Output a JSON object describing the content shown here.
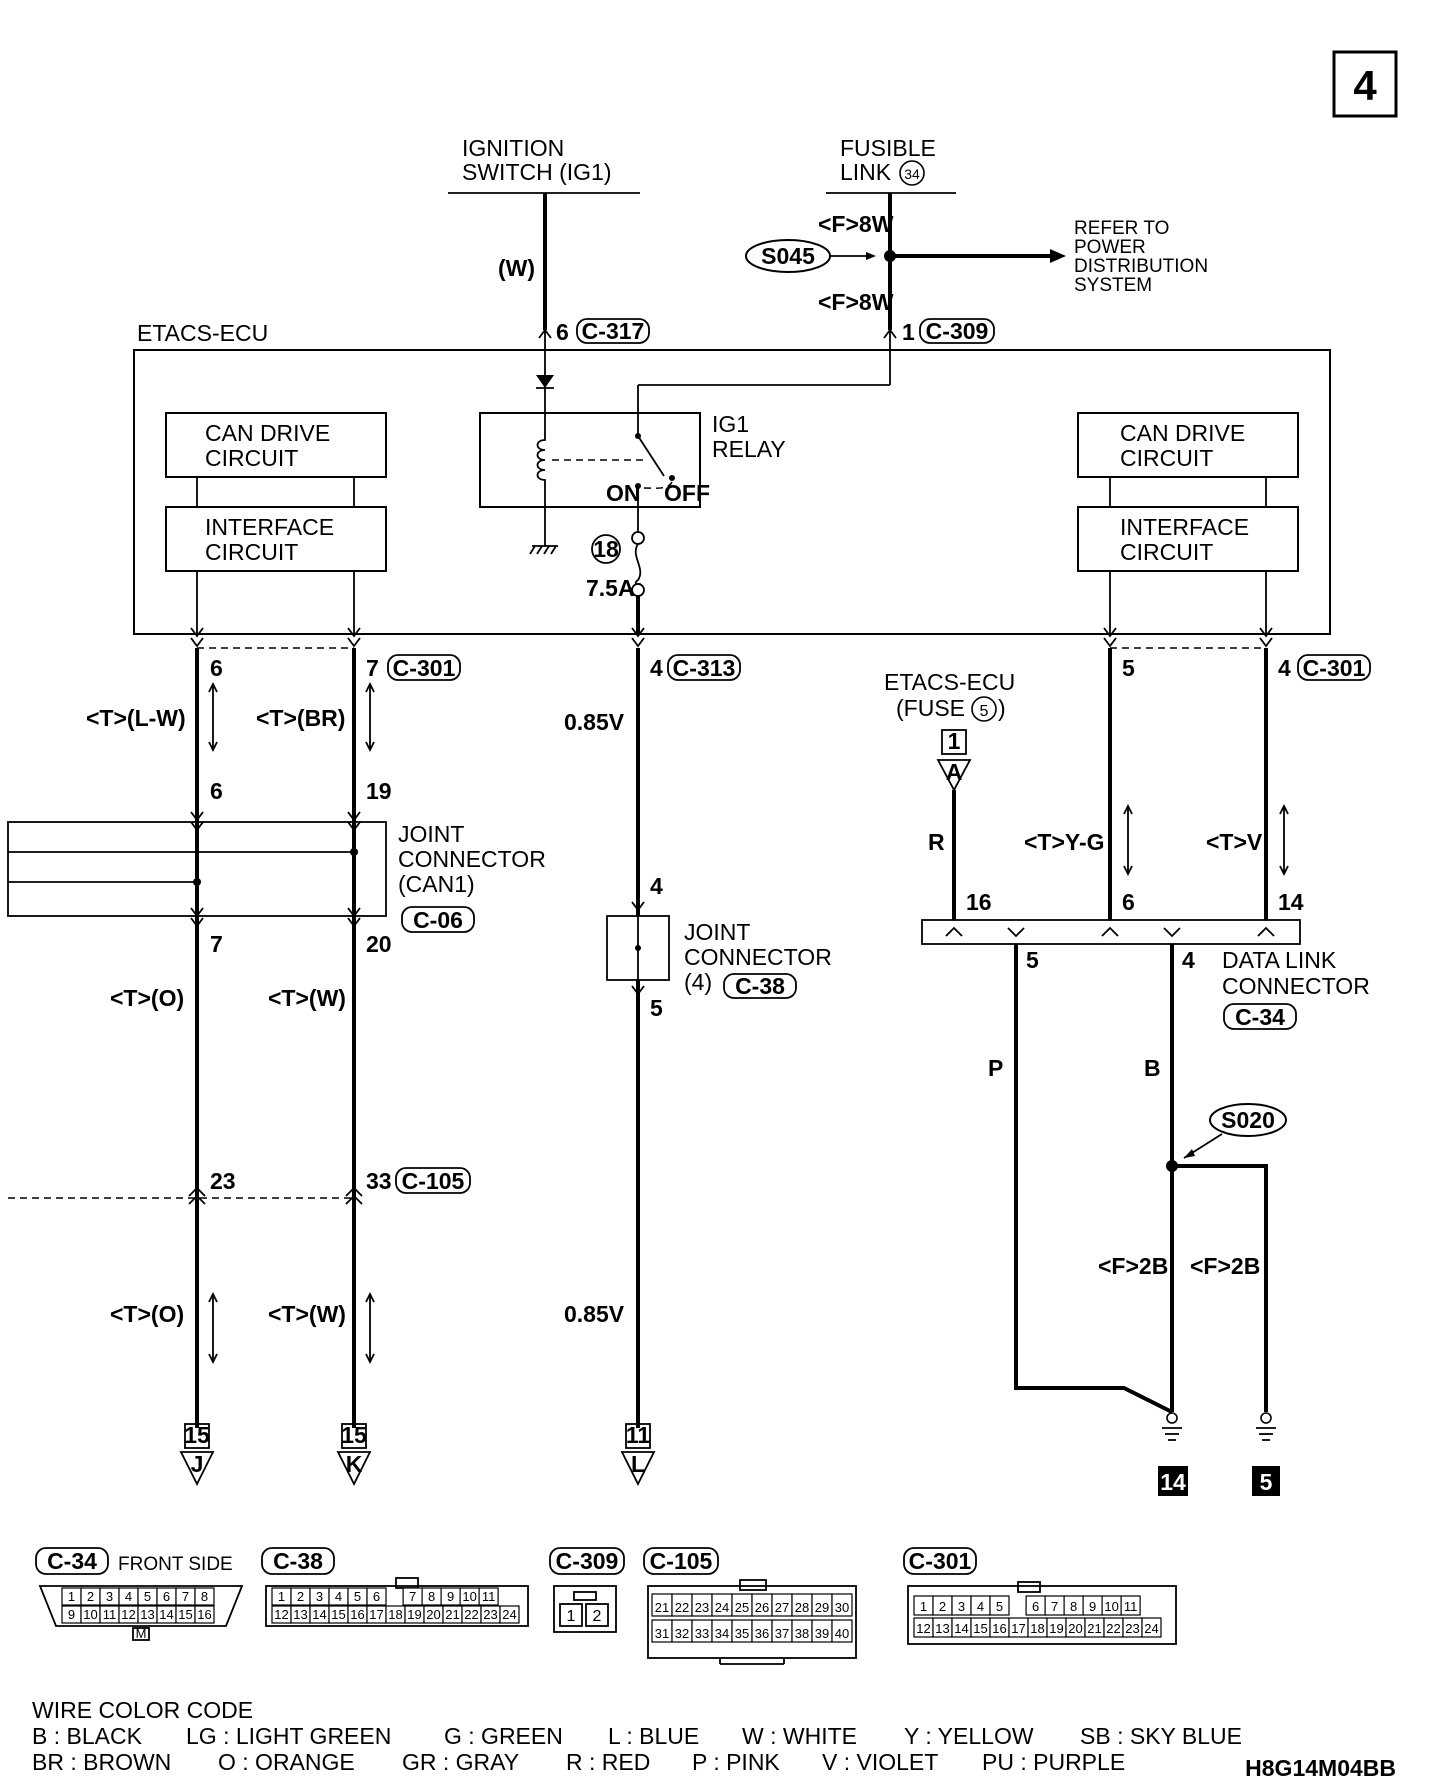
{
  "page_number": "4",
  "diagram_code": "H8G14M04BB",
  "sources": {
    "ignition": [
      "IGNITION",
      "SWITCH (IG1)"
    ],
    "fusible": [
      "FUSIBLE",
      "LINK"
    ],
    "fusible_num": "34"
  },
  "splice_s045": "S045",
  "splice_s020": "S020",
  "refer_to": [
    "REFER TO",
    "POWER",
    "DISTRIBUTION",
    "SYSTEM"
  ],
  "etacs_title": "ETACS-ECU",
  "blocks": {
    "can_drive": [
      "CAN DRIVE",
      "CIRCUIT"
    ],
    "interface": [
      "INTERFACE",
      "CIRCUIT"
    ],
    "relay": [
      "IG1",
      "RELAY"
    ],
    "relay_on": "ON",
    "relay_off": "OFF"
  },
  "fuse": {
    "number": "18",
    "rating": "7.5A"
  },
  "wire_labels": {
    "w": "(W)",
    "f8w": "<F>8W",
    "t_lw": "<T>(L-W)",
    "t_br": "<T>(BR)",
    "v085": "0.85V",
    "t_o": "<T>(O)",
    "t_w": "<T>(W)",
    "r": "R",
    "t_yg": "<T>Y-G",
    "t_v": "<T>V",
    "p": "P",
    "b": "B",
    "f2b": "<F>2B"
  },
  "connectors": {
    "c317": "C-317",
    "c309": "C-309",
    "c301": "C-301",
    "c313": "C-313",
    "c06": "C-06",
    "c38": "C-38",
    "c105": "C-105",
    "c34": "C-34"
  },
  "pins": {
    "p6": "6",
    "p1": "1",
    "p7": "7",
    "p4": "4",
    "p5": "5",
    "p19": "19",
    "p20": "20",
    "p23": "23",
    "p33": "33",
    "p16": "16",
    "p14": "14"
  },
  "joint_can1": [
    "JOINT",
    "CONNECTOR",
    "(CAN1)"
  ],
  "joint_4": [
    "JOINT",
    "CONNECTOR",
    "(4)"
  ],
  "data_link": [
    "DATA LINK",
    "CONNECTOR"
  ],
  "etacs_fuse": [
    "ETACS-ECU",
    "(FUSE"
  ],
  "etacs_fuse_num": "5",
  "refs": {
    "a_page": "1",
    "a_letter": "A",
    "j_page": "15",
    "j_letter": "J",
    "k_page": "15",
    "k_letter": "K",
    "l_page": "11",
    "l_letter": "L",
    "ground_14": "14",
    "ground_5": "5"
  },
  "connector_views": {
    "c34_front": "FRONT SIDE",
    "c34_row1": [
      "1",
      "2",
      "3",
      "4",
      "5",
      "6",
      "7",
      "8"
    ],
    "c34_row2": [
      "9",
      "10",
      "11",
      "12",
      "13",
      "14",
      "15",
      "16"
    ],
    "c34_key": "M",
    "c38_row1": [
      "1",
      "2",
      "3",
      "4",
      "5",
      "6",
      "",
      "7",
      "8",
      "9",
      "10",
      "11"
    ],
    "c38_row2": [
      "12",
      "13",
      "14",
      "15",
      "16",
      "17",
      "18",
      "19",
      "20",
      "21",
      "22",
      "23",
      "24"
    ],
    "c309_pins": [
      "1",
      "2"
    ],
    "c105_row1": [
      "21",
      "22",
      "23",
      "24",
      "25",
      "26",
      "27",
      "28",
      "29",
      "30"
    ],
    "c105_row2": [
      "31",
      "32",
      "33",
      "34",
      "35",
      "36",
      "37",
      "38",
      "39",
      "40"
    ],
    "c301_row1": [
      "1",
      "2",
      "3",
      "4",
      "5",
      "",
      "6",
      "7",
      "8",
      "9",
      "10",
      "11"
    ],
    "c301_row2": [
      "12",
      "13",
      "14",
      "15",
      "16",
      "17",
      "18",
      "19",
      "20",
      "21",
      "22",
      "23",
      "24"
    ]
  },
  "color_code": {
    "title": "WIRE COLOR CODE",
    "row1": [
      "B : BLACK",
      "LG : LIGHT GREEN",
      "G : GREEN",
      "L : BLUE",
      "W : WHITE",
      "Y : YELLOW",
      "SB : SKY BLUE"
    ],
    "row2": [
      "BR : BROWN",
      "O : ORANGE",
      "GR : GRAY",
      "R : RED",
      "P : PINK",
      "V : VIOLET",
      "PU : PURPLE"
    ]
  }
}
